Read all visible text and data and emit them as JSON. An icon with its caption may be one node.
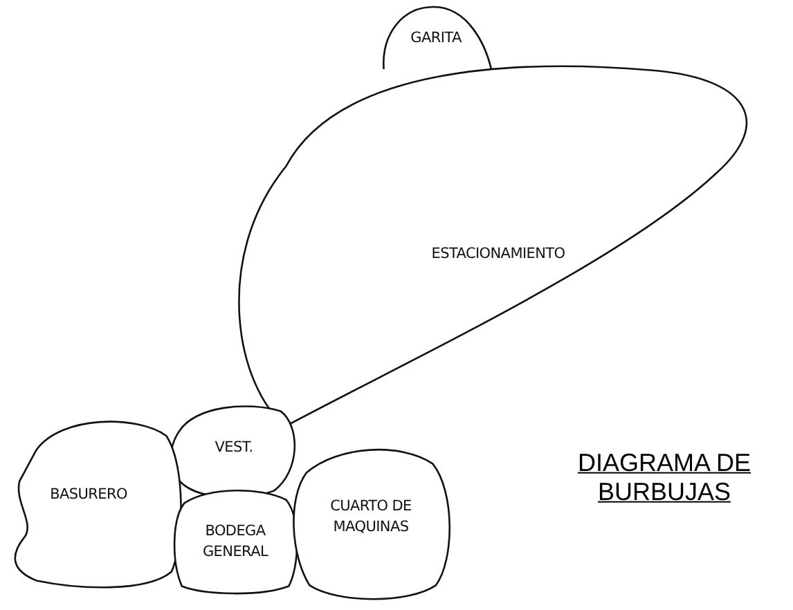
{
  "diagram": {
    "title": "DIAGRAMA DE BURBUJAS",
    "nodes": [
      {
        "text": [
          "GARITA"
        ]
      },
      {
        "text": [
          "ESTACIONAMIENTO"
        ]
      },
      {
        "text": [
          "VEST."
        ]
      },
      {
        "text": [
          "BASURERO"
        ]
      },
      {
        "text": [
          "BODEGA GENERAL"
        ]
      },
      {
        "text": [
          "CUARTO DE MAQUINAS"
        ]
      }
    ]
  }
}
